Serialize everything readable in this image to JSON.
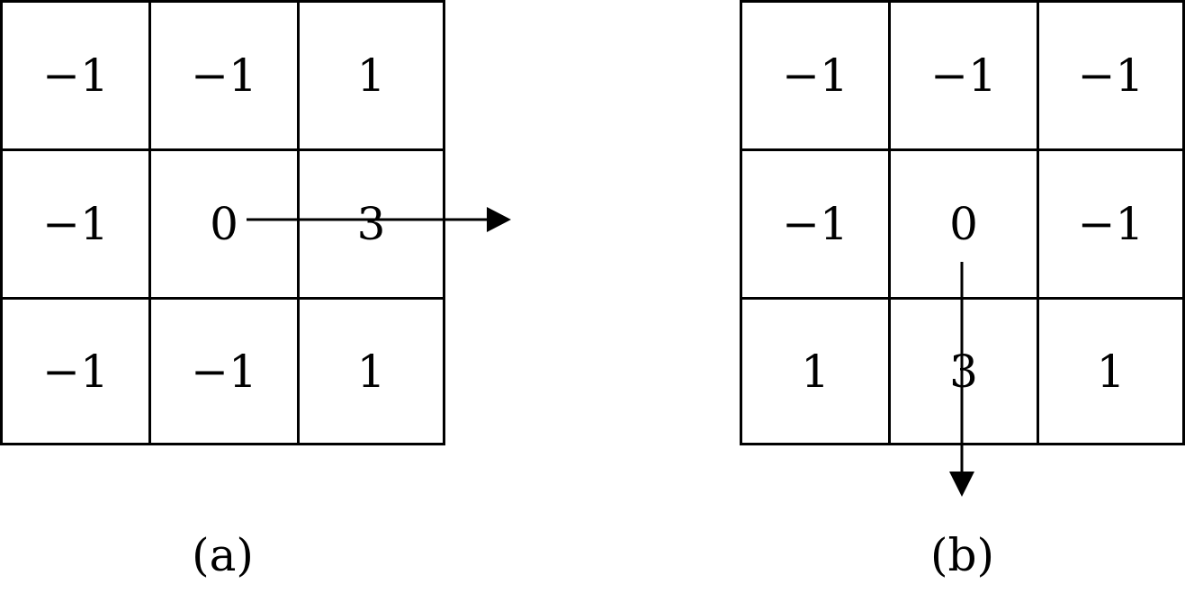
{
  "panels": [
    {
      "caption": "(a)",
      "cells": [
        [
          "−1",
          "−1",
          "1"
        ],
        [
          "−1",
          "0",
          "3"
        ],
        [
          "−1",
          "−1",
          "1"
        ]
      ],
      "arrow_direction": "right"
    },
    {
      "caption": "(b)",
      "cells": [
        [
          "−1",
          "−1",
          "−1"
        ],
        [
          "−1",
          "0",
          "−1"
        ],
        [
          "1",
          "3",
          "1"
        ]
      ],
      "arrow_direction": "down"
    }
  ]
}
